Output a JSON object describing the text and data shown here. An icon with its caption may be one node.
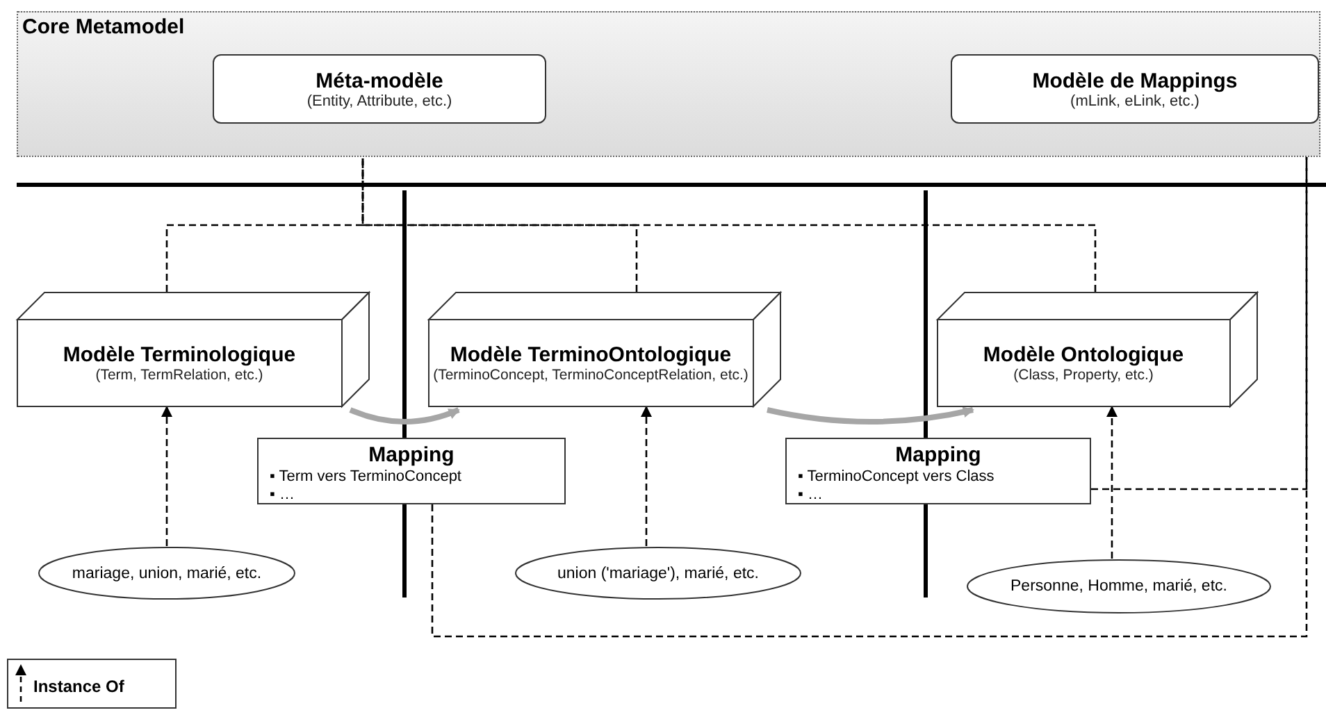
{
  "diagram": {
    "nodes": [
      {
        "text": [
          "Core Metamodel"
        ]
      },
      {
        "text": [
          "Méta-modèle",
          "(Entity, Attribute, etc.)"
        ],
        "in": 0
      },
      {
        "text": [
          "Modèle de Mappings",
          "(mLink, eLink, etc.)"
        ],
        "in": 0
      },
      {
        "text": [
          "Modèle Terminologique",
          "(Term, TermRelation, etc.)"
        ]
      },
      {
        "text": [
          "Modèle TerminoOntologique",
          "(TerminoConcept, TerminoConceptRelation, etc.)"
        ]
      },
      {
        "text": [
          "Modèle Ontologique",
          "(Class, Property, etc.)"
        ]
      },
      {
        "text": [
          "Mapping",
          "▪ Term vers TerminoConcept",
          "▪ …"
        ]
      },
      {
        "text": [
          "Mapping",
          "▪ TerminoConcept vers Class",
          "▪ …"
        ]
      },
      {
        "text": [
          "mariage, union, marié, etc."
        ]
      },
      {
        "text": [
          "union ('mariage'), marié, etc."
        ]
      },
      {
        "text": [
          "Personne, Homme, marié, etc."
        ]
      }
    ],
    "edges": [
      {
        "from": 3,
        "to": 1,
        "arrow": "to",
        "style": "dashed"
      },
      {
        "from": 4,
        "to": 1,
        "arrow": "to",
        "style": "dashed"
      },
      {
        "from": 5,
        "to": 1,
        "arrow": "to",
        "style": "dashed"
      },
      {
        "from": 8,
        "to": 3,
        "arrow": "to",
        "style": "dashed"
      },
      {
        "from": 9,
        "to": 4,
        "arrow": "to",
        "style": "dashed"
      },
      {
        "from": 10,
        "to": 5,
        "arrow": "to",
        "style": "dashed"
      },
      {
        "from": 6,
        "to": 2,
        "arrow": "to",
        "style": "dashed"
      },
      {
        "from": 7,
        "to": 2,
        "arrow": "to",
        "style": "dashed"
      },
      {
        "from": 3,
        "to": 4,
        "arrow": "to",
        "style": "thick",
        "color": "#a6a6a6"
      },
      {
        "from": 4,
        "to": 5,
        "arrow": "to",
        "style": "thick",
        "color": "#a6a6a6"
      }
    ],
    "legend": [
      {
        "text": "Instance Of"
      }
    ]
  }
}
